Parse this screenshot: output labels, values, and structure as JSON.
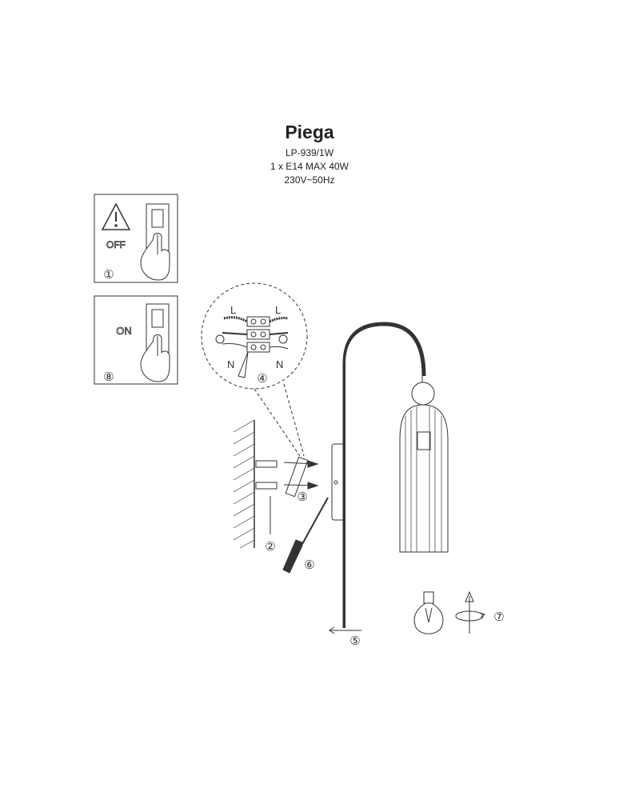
{
  "title": "Piega",
  "model": "LP-939/1W",
  "bulb_spec": "1 x E14 MAX 40W",
  "power_spec": "230V~50Hz",
  "steps": {
    "s1_label": "OFF",
    "s8_label": "ON",
    "n1": "①",
    "n2": "②",
    "n3": "③",
    "n4": "④",
    "n5": "⑤",
    "n6": "⑥",
    "n7": "⑦",
    "n8": "⑧"
  },
  "wiring": {
    "live_left": "L",
    "live_right": "L",
    "neutral_left": "N",
    "neutral_right": "N"
  }
}
